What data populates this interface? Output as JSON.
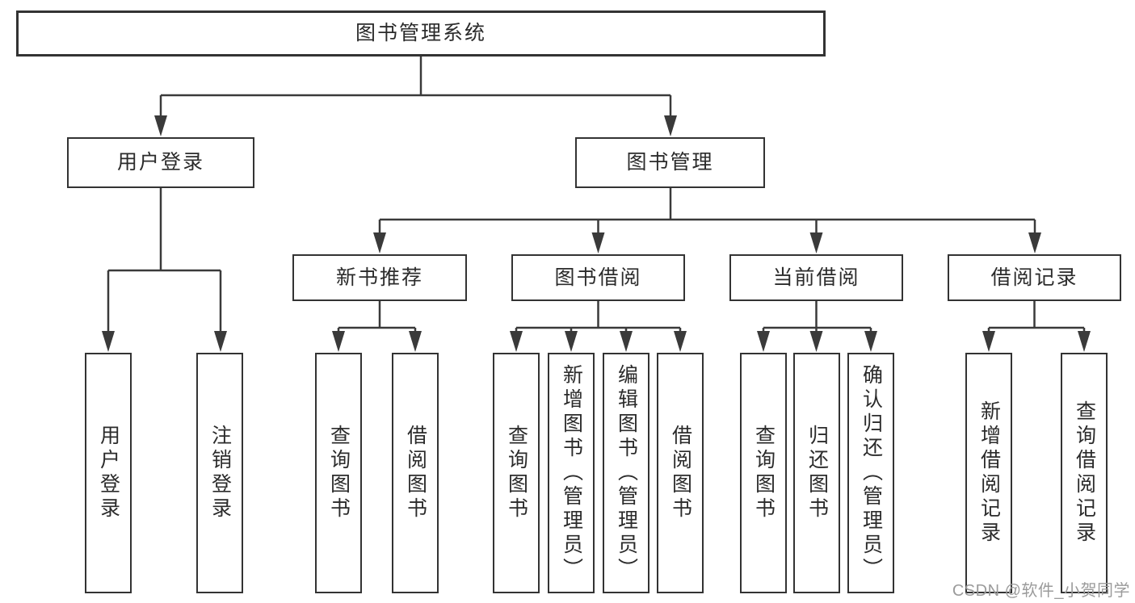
{
  "diagram": {
    "title": "图书管理系统",
    "root": {
      "label": "图书管理系统"
    },
    "level2": [
      {
        "label": "用户登录"
      },
      {
        "label": "图书管理"
      }
    ],
    "level3": [
      {
        "label": "新书推荐",
        "parent": "图书管理"
      },
      {
        "label": "图书借阅",
        "parent": "图书管理"
      },
      {
        "label": "当前借阅",
        "parent": "图书管理"
      },
      {
        "label": "借阅记录",
        "parent": "图书管理"
      }
    ],
    "leaves": [
      {
        "label": "用户登录",
        "parent": "用户登录"
      },
      {
        "label": "注销登录",
        "parent": "用户登录"
      },
      {
        "label": "查询图书",
        "parent": "新书推荐"
      },
      {
        "label": "借阅图书",
        "parent": "新书推荐"
      },
      {
        "label": "查询图书",
        "parent": "图书借阅"
      },
      {
        "label": "新增图书（管理员）",
        "parent": "图书借阅"
      },
      {
        "label": "编辑图书（管理员）",
        "parent": "图书借阅"
      },
      {
        "label": "借阅图书",
        "parent": "图书借阅"
      },
      {
        "label": "查询图书",
        "parent": "当前借阅"
      },
      {
        "label": "归还图书",
        "parent": "当前借阅"
      },
      {
        "label": "确认归还（管理员）",
        "parent": "当前借阅"
      },
      {
        "label": "新增借阅记录",
        "parent": "借阅记录"
      },
      {
        "label": "查询借阅记录",
        "parent": "借阅记录"
      }
    ],
    "watermark": "CSDN @软件_小贺同学",
    "colors": {
      "line": "#3a3a3a",
      "box_border": "#333333",
      "box_fill": "#ffffff",
      "text": "#2b2b2b",
      "watermark": "#9b9b9b",
      "background": "#ffffff"
    }
  }
}
